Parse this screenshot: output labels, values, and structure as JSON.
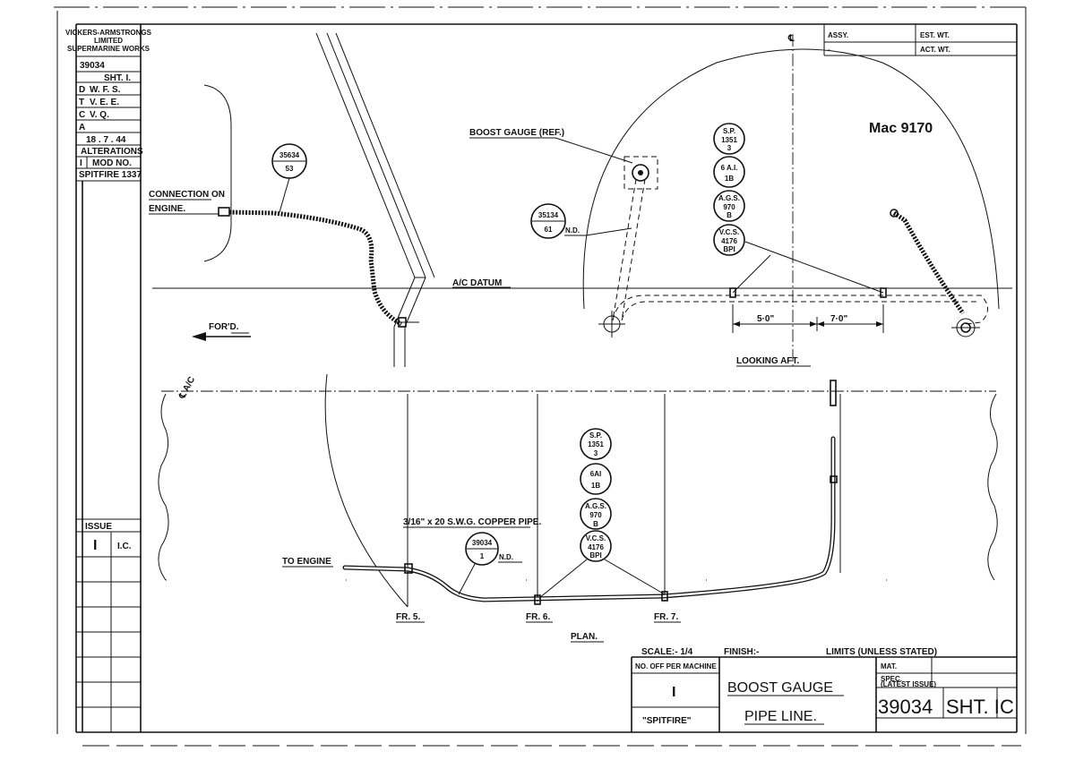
{
  "side_panel": {
    "company": [
      "VICKERS-ARMSTRONGS",
      "LIMITED",
      "SUPERMARINE WORKS"
    ],
    "drawing_no": "39034",
    "sheet": "SHT. I.",
    "signatures": [
      {
        "code": "D",
        "initials": "W. F. S."
      },
      {
        "code": "T",
        "initials": "V. E. E."
      },
      {
        "code": "C",
        "initials": "V. Q."
      },
      {
        "code": "A",
        "initials": ""
      }
    ],
    "date": "18 . 7 . 44",
    "alterations_label": "ALTERATIONS",
    "mod_row": {
      "num": "I",
      "label": "MOD NO."
    },
    "spitfire_ref": "SPITFIRE 1337",
    "issue_label": "ISSUE",
    "issue": {
      "num": "I",
      "initials": "I.C."
    }
  },
  "top_right_box": {
    "assy_label": "ASSY.",
    "assy_value": "-",
    "est_wt_label": "EST. WT.",
    "act_wt_label": "ACT. WT."
  },
  "mac_ref": "Mac 9170",
  "side_view": {
    "connection_label_1": "CONNECTION ON",
    "connection_label_2": "ENGINE.",
    "balloon_35634": [
      "35634",
      "53"
    ],
    "fwd_label": "FOR'D."
  },
  "aft_view": {
    "boost_gauge_label": "BOOST GAUGE (REF.)",
    "balloon_35134": [
      "35134",
      "61"
    ],
    "nd_label": "N.D.",
    "datum_label": "A/C DATUM",
    "cl_symbol": "℄",
    "parts": [
      [
        "S.P.",
        "1351",
        "3"
      ],
      [
        "6 A.I.",
        "1B"
      ],
      [
        "A.G.S.",
        "970",
        "B"
      ],
      [
        "V.C.S.",
        "4176",
        "BPI"
      ]
    ],
    "dim_1": "5·0\"",
    "dim_2": "7·0\"",
    "looking_aft": "LOOKING AFT."
  },
  "plan_view": {
    "cl_label": "℄ A/C",
    "parts": [
      [
        "S.P.",
        "1351",
        "3"
      ],
      [
        "6AI",
        "1B"
      ],
      [
        "A.G.S.",
        "970",
        "B"
      ],
      [
        "V.C.S.",
        "4176",
        "BPI"
      ]
    ],
    "pipe_label": "3/16\" x 20 S.W.G. COPPER PIPE.",
    "balloon_39034": [
      "39034",
      "1"
    ],
    "nd_label": "N.D.",
    "to_engine": "TO ENGINE",
    "frames": [
      "FR. 5.",
      "FR. 6.",
      "FR. 7."
    ],
    "plan_label": "PLAN."
  },
  "title_block": {
    "scale": "SCALE:- 1/4",
    "finish": "FINISH:-",
    "limits": "LIMITS (UNLESS STATED)",
    "no_off_label": "NO. OFF PER MACHINE",
    "no_off_value": "I",
    "machine": "\"SPITFIRE\"",
    "title_1": "BOOST GAUGE",
    "title_2": "PIPE LINE.",
    "mat_label": "MAT.",
    "spec_label": "SPEC.",
    "latest_issue": "(LATEST ISSUE)",
    "drawing_no": "39034",
    "sheet": "SHT. I",
    "issue_letter": "C"
  }
}
